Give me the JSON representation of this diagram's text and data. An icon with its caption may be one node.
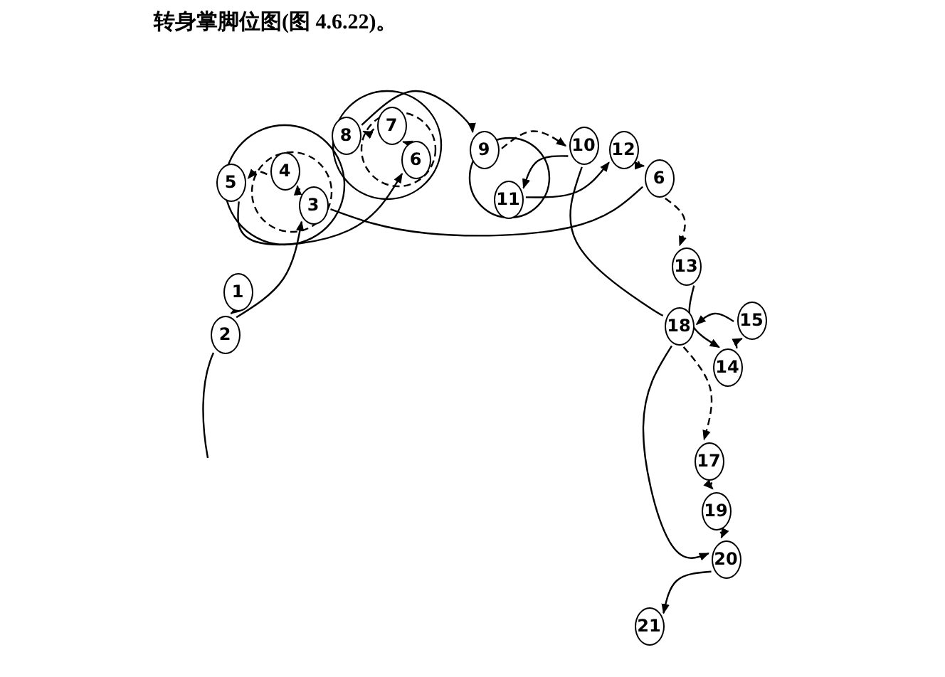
{
  "diagram": {
    "title": "转身掌脚位图(图 4.6.22)。",
    "nodes": [
      {
        "text": [
          "1"
        ]
      },
      {
        "text": [
          "2"
        ]
      },
      {
        "text": [
          "3"
        ]
      },
      {
        "text": [
          "4"
        ]
      },
      {
        "text": [
          "5"
        ]
      },
      {
        "text": [
          "6"
        ]
      },
      {
        "text": [
          "7"
        ]
      },
      {
        "text": [
          "8"
        ]
      },
      {
        "text": [
          "9"
        ]
      },
      {
        "text": [
          "10"
        ]
      },
      {
        "text": [
          "11"
        ]
      },
      {
        "text": [
          "12"
        ]
      },
      {
        "text": [
          "6"
        ]
      },
      {
        "text": [
          "13"
        ]
      },
      {
        "text": [
          "14"
        ]
      },
      {
        "text": [
          "15"
        ]
      },
      {
        "text": [
          "18"
        ]
      },
      {
        "text": [
          "17"
        ]
      },
      {
        "text": [
          "19"
        ]
      },
      {
        "text": [
          "20"
        ]
      },
      {
        "text": [
          "21"
        ]
      }
    ],
    "edges": [
      {
        "from": 0,
        "to": 1,
        "arrow": "to",
        "style": "dashed"
      },
      {
        "from": 1,
        "to": 2,
        "arrow": "to"
      },
      {
        "from": 2,
        "to": 3,
        "arrow": "to",
        "style": "dashed"
      },
      {
        "from": 3,
        "to": 4,
        "arrow": "to",
        "style": "dashed"
      },
      {
        "from": 4,
        "to": 5,
        "arrow": "to"
      },
      {
        "from": 5,
        "to": 6,
        "arrow": "to",
        "style": "dashed"
      },
      {
        "from": 6,
        "to": 7,
        "arrow": "to",
        "style": "dashed"
      },
      {
        "from": 7,
        "to": 8,
        "arrow": "to"
      },
      {
        "from": 8,
        "to": 9,
        "arrow": "to",
        "style": "dashed"
      },
      {
        "from": 9,
        "to": 10,
        "arrow": "to"
      },
      {
        "from": 10,
        "to": 11,
        "arrow": "to"
      },
      {
        "from": 11,
        "to": 12,
        "arrow": "to"
      },
      {
        "from": 12,
        "to": 13,
        "arrow": "to",
        "style": "dashed"
      },
      {
        "from": 13,
        "to": 14,
        "arrow": "to"
      },
      {
        "from": 14,
        "to": 15,
        "arrow": "to"
      },
      {
        "from": 15,
        "to": 16,
        "arrow": "to"
      },
      {
        "from": 16,
        "to": 17,
        "arrow": "to",
        "style": "dashed"
      },
      {
        "from": 17,
        "to": 18,
        "arrow": "to",
        "style": "dashed"
      },
      {
        "from": 18,
        "to": 19,
        "arrow": "to"
      },
      {
        "from": 19,
        "to": 20,
        "arrow": "to"
      },
      {
        "from": 2,
        "to": 12,
        "arrow": "none"
      },
      {
        "from": 9,
        "to": 16,
        "arrow": "none"
      },
      {
        "from": 16,
        "to": 19,
        "arrow": "to"
      }
    ]
  }
}
